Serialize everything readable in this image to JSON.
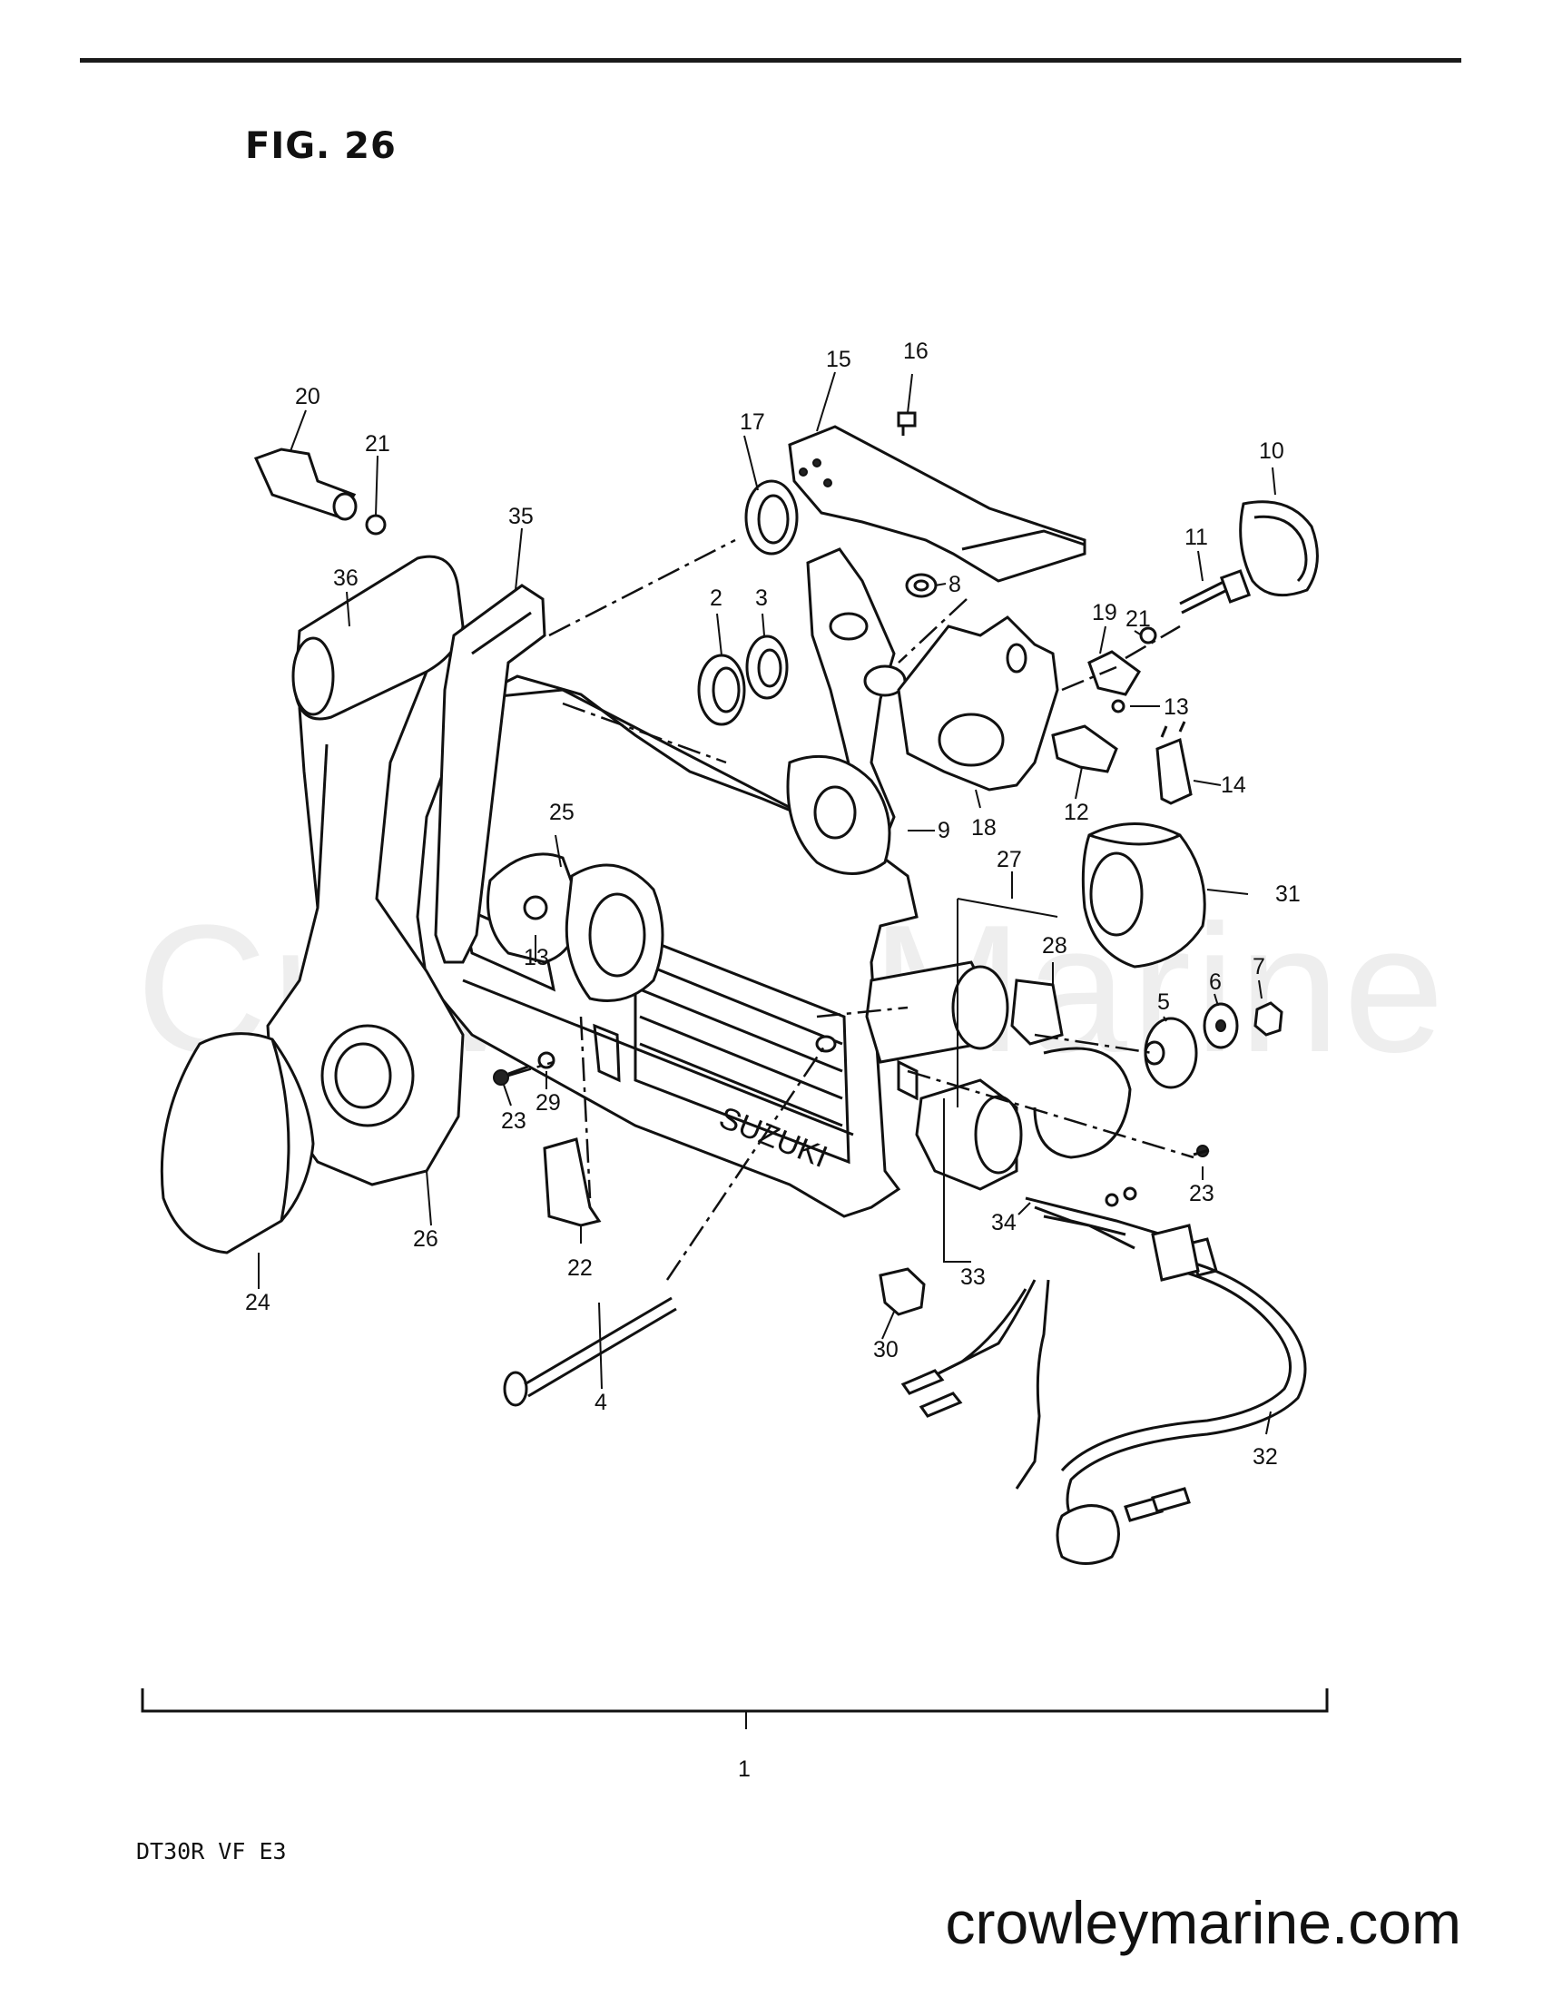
{
  "figure": {
    "title": "FIG. 26",
    "model": "DT30R VF E3",
    "watermark": "Crowley Marine",
    "website": "crowleymarine.com"
  },
  "callouts": [
    {
      "id": "c1",
      "label": "1"
    },
    {
      "id": "c2",
      "label": "2"
    },
    {
      "id": "c3",
      "label": "3"
    },
    {
      "id": "c4",
      "label": "4"
    },
    {
      "id": "c5",
      "label": "5"
    },
    {
      "id": "c6",
      "label": "6"
    },
    {
      "id": "c7",
      "label": "7"
    },
    {
      "id": "c8",
      "label": "8"
    },
    {
      "id": "c9",
      "label": "9"
    },
    {
      "id": "c10",
      "label": "10"
    },
    {
      "id": "c11",
      "label": "11"
    },
    {
      "id": "c12",
      "label": "12"
    },
    {
      "id": "c13a",
      "label": "13"
    },
    {
      "id": "c13b",
      "label": "13"
    },
    {
      "id": "c14",
      "label": "14"
    },
    {
      "id": "c15",
      "label": "15"
    },
    {
      "id": "c16",
      "label": "16"
    },
    {
      "id": "c17",
      "label": "17"
    },
    {
      "id": "c18",
      "label": "18"
    },
    {
      "id": "c19",
      "label": "19"
    },
    {
      "id": "c20",
      "label": "20"
    },
    {
      "id": "c21a",
      "label": "21"
    },
    {
      "id": "c21b",
      "label": "21"
    },
    {
      "id": "c22",
      "label": "22"
    },
    {
      "id": "c23a",
      "label": "23"
    },
    {
      "id": "c23b",
      "label": "23"
    },
    {
      "id": "c24",
      "label": "24"
    },
    {
      "id": "c25",
      "label": "25"
    },
    {
      "id": "c26",
      "label": "26"
    },
    {
      "id": "c27",
      "label": "27"
    },
    {
      "id": "c28",
      "label": "28"
    },
    {
      "id": "c29",
      "label": "29"
    },
    {
      "id": "c30",
      "label": "30"
    },
    {
      "id": "c31",
      "label": "31"
    },
    {
      "id": "c32",
      "label": "32"
    },
    {
      "id": "c33",
      "label": "33"
    },
    {
      "id": "c34",
      "label": "34"
    },
    {
      "id": "c35",
      "label": "35"
    },
    {
      "id": "c36",
      "label": "36"
    }
  ],
  "housing_logo": "SUZUKI"
}
